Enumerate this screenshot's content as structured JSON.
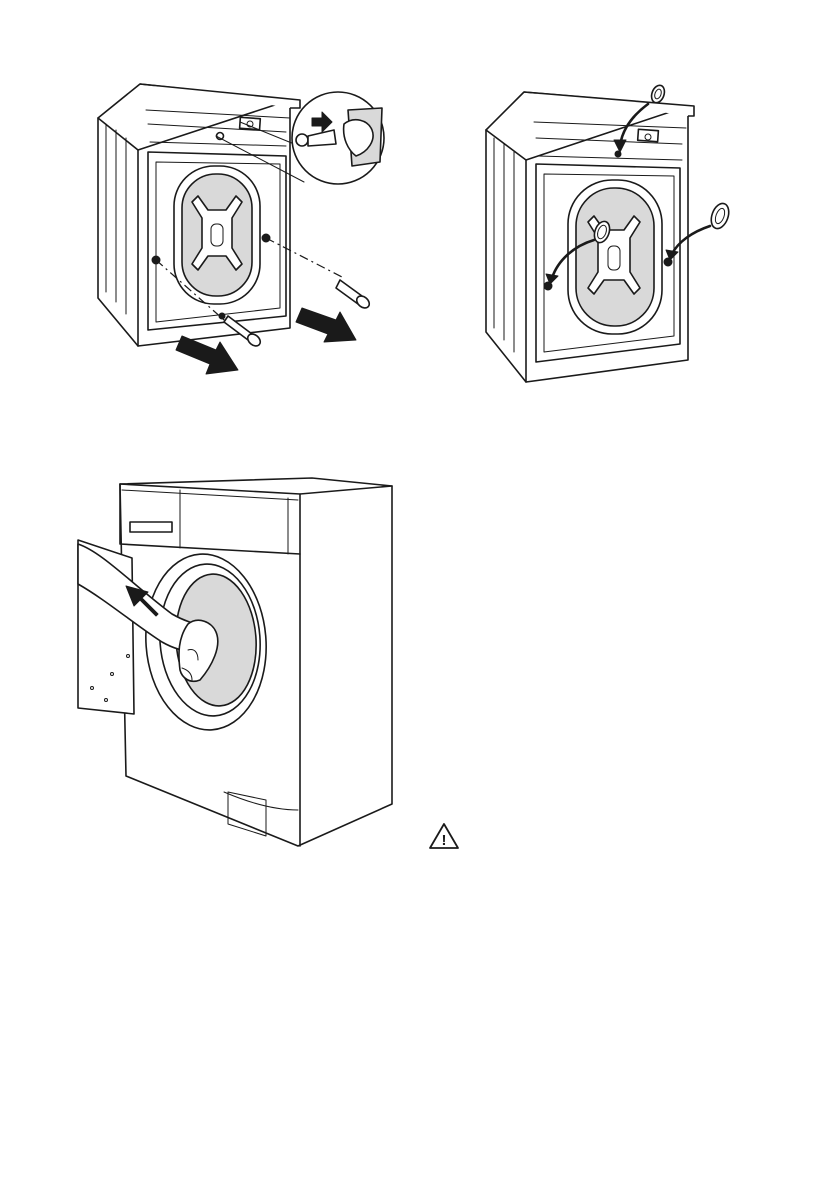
{
  "figures": {
    "fig1": {
      "subject": "machine-rear-removing-transit-bolts",
      "icons": [
        "transit-bolt-icon",
        "arrow-icon",
        "detail-callout"
      ]
    },
    "fig2": {
      "subject": "machine-rear-inserting-plastic-caps",
      "icons": [
        "plastic-cap-icon",
        "curved-arrow-icon"
      ]
    },
    "fig3": {
      "subject": "machine-front-removing-polystyrene-block",
      "icons": [
        "hand-icon",
        "arrow-icon"
      ]
    }
  },
  "warning": {
    "icon": "warning-triangle-icon",
    "symbol": "!"
  }
}
